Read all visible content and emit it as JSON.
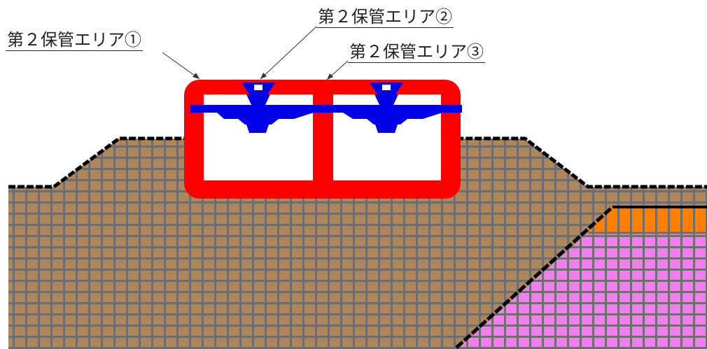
{
  "labels": {
    "area1": "第２保管エリア①",
    "area2": "第２保管エリア②",
    "area3": "第２保管エリア③"
  },
  "colors": {
    "soil": "#B08658",
    "soil_grid": "#6E6E6E",
    "rock": "#F37CF0",
    "rock_grid": "#6E6E6E",
    "orange_layer": "#FF7F00",
    "outline": "#000000",
    "storage_frame": "#FF0000",
    "storage_interior": "#FFFFFF",
    "blue_structure": "#0000E6"
  }
}
